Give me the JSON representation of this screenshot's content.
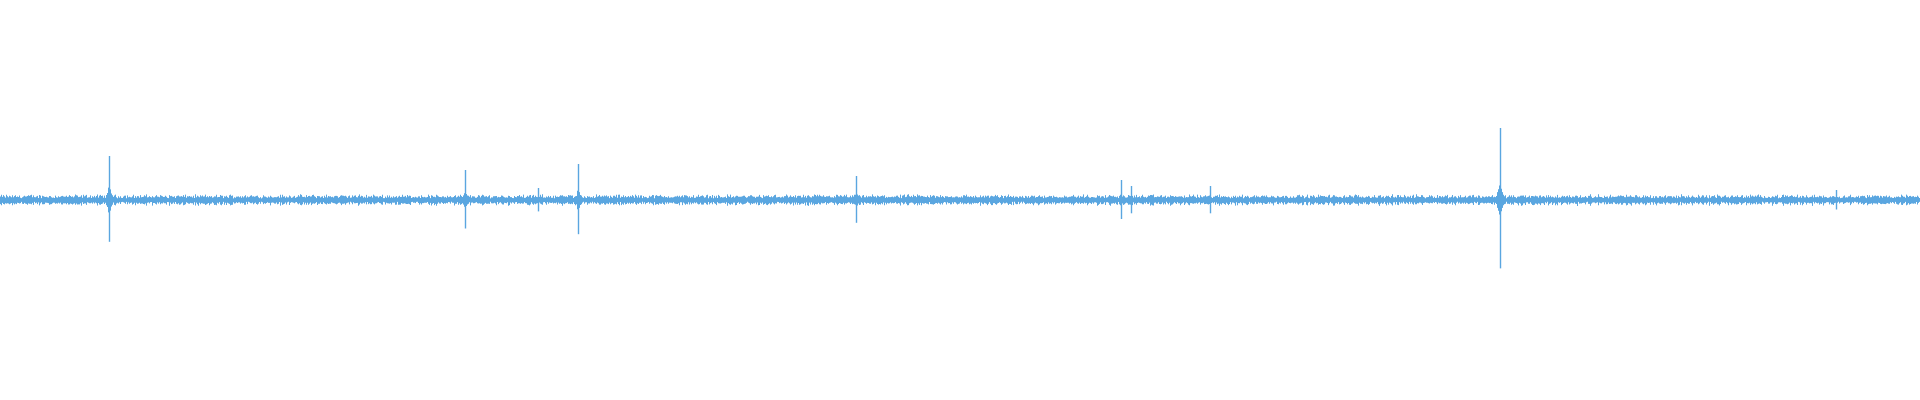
{
  "waveform": {
    "color": "#5aa6e0",
    "background": "#ffffff",
    "baseline_amplitude": 0.03,
    "peaks": [
      {
        "time_fraction": 0.057,
        "amplitude": 0.22
      },
      {
        "time_fraction": 0.242,
        "amplitude": 0.15
      },
      {
        "time_fraction": 0.28,
        "amplitude": 0.06
      },
      {
        "time_fraction": 0.301,
        "amplitude": 0.18
      },
      {
        "time_fraction": 0.446,
        "amplitude": 0.12
      },
      {
        "time_fraction": 0.584,
        "amplitude": 0.1
      },
      {
        "time_fraction": 0.589,
        "amplitude": 0.07
      },
      {
        "time_fraction": 0.63,
        "amplitude": 0.07
      },
      {
        "time_fraction": 0.781,
        "amplitude": 0.36
      },
      {
        "time_fraction": 0.956,
        "amplitude": 0.05
      }
    ]
  }
}
